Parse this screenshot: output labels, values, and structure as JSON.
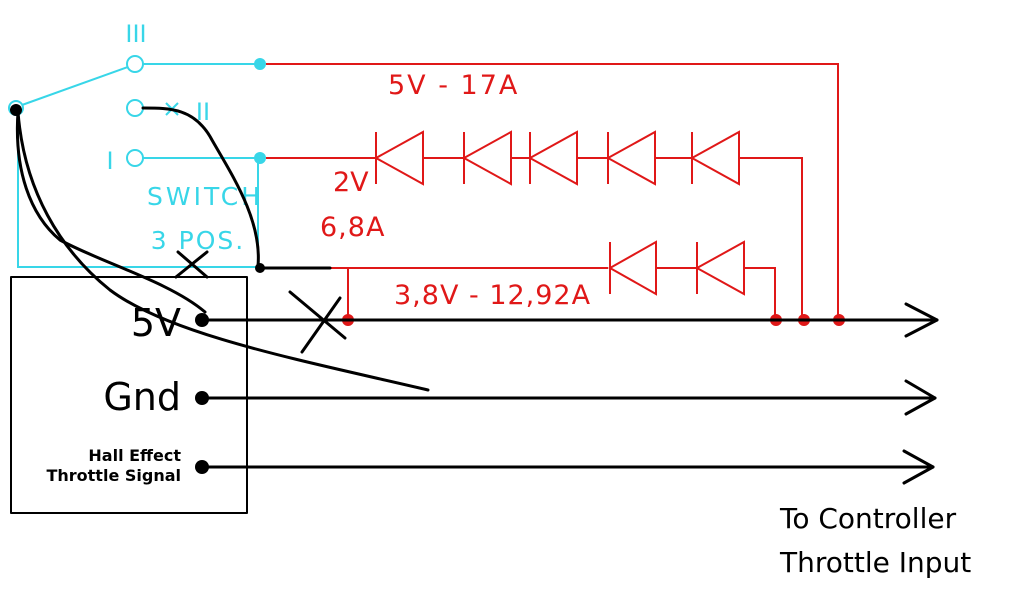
{
  "colors": {
    "switch": "#38d6e8",
    "power": "#e01818",
    "wire": "#000000",
    "background": "#ffffff"
  },
  "switch": {
    "pos_3": "III",
    "pos_2": "II",
    "pos_1": "I",
    "name": "SWITCH",
    "positions": "3 POS."
  },
  "branches": {
    "top": "5V - 17A",
    "middle_voltage": "2V",
    "middle_current": "6,8A",
    "bottom": "3,8V - 12,92A"
  },
  "throttle": {
    "pin_5v": "5V",
    "pin_gnd": "Gnd",
    "signal_line1": "Hall Effect",
    "signal_line2": "Throttle Signal"
  },
  "destination": {
    "line1": "To Controller",
    "line2": "Throttle Input"
  }
}
